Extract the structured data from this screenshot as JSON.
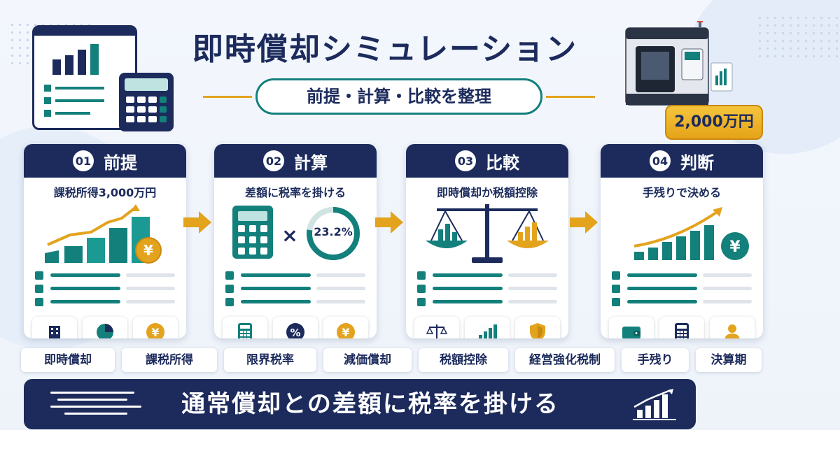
{
  "title": "即時償却シミュレーション",
  "subtitle": "前提・計算・比較を整理",
  "price_tag": "2,000万円",
  "cards": [
    {
      "num": "01",
      "title": "前提",
      "subtitle": "課税所得3,000万円",
      "icons": [
        "building-icon",
        "pie-chart-icon",
        "yen-coin-icon"
      ]
    },
    {
      "num": "02",
      "title": "計算",
      "subtitle": "差額に税率を掛ける",
      "rate": "23.2%",
      "icons": [
        "calculator-icon",
        "percent-icon",
        "yen-coin-icon"
      ]
    },
    {
      "num": "03",
      "title": "比較",
      "subtitle": "即時償却か税額控除",
      "icons": [
        "scale-icon",
        "bar-chart-icon",
        "shield-icon"
      ]
    },
    {
      "num": "04",
      "title": "判断",
      "subtitle": "手残りで決める",
      "icons": [
        "wallet-icon",
        "calculator-icon",
        "person-icon"
      ]
    }
  ],
  "tags": [
    "即時償却",
    "課税所得",
    "限界税率",
    "減価償却",
    "税額控除",
    "経営強化税制",
    "手残り",
    "決算期"
  ],
  "banner": "通常償却との差額に税率を掛ける",
  "colors": {
    "navy": "#1c2b5c",
    "teal": "#13807c",
    "gold": "#e3a31d"
  }
}
